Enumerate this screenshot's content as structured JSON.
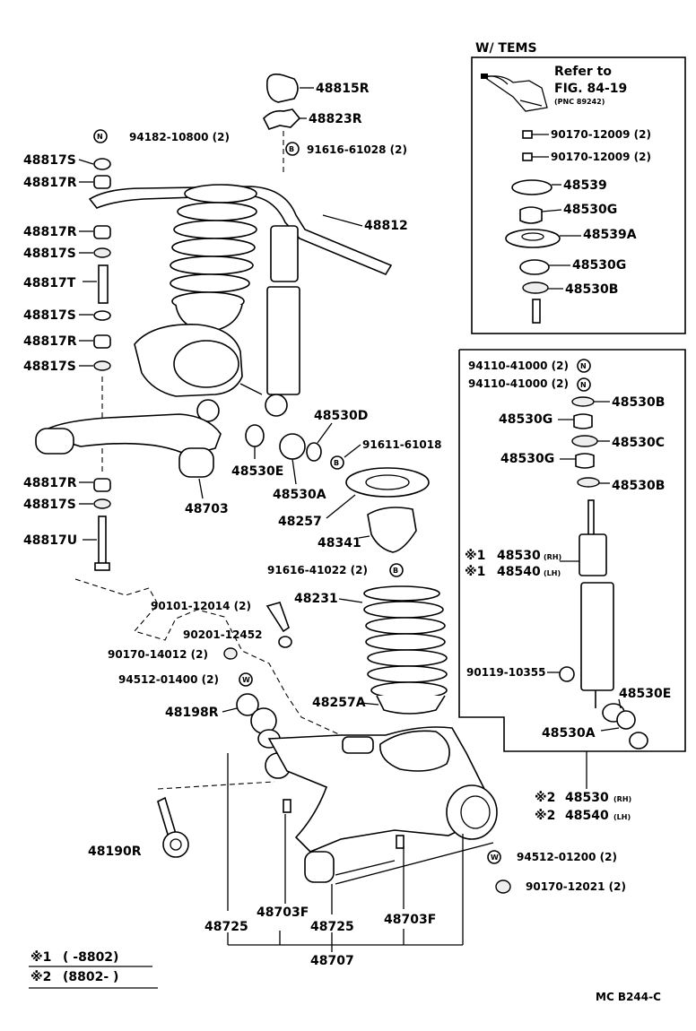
{
  "tems_box": {
    "title": "W/ TEMS",
    "refer_line1": "Refer to",
    "refer_line2": "FIG. 84-19",
    "refer_pnc": "(PNC 89242)"
  },
  "labels": {
    "p48815R": "48815R",
    "p48823R": "48823R",
    "p94182": "94182-10800 (2)",
    "p91616_61028": "91616-61028 (2)",
    "p48817S_a": "48817S",
    "p48817R_a": "48817R",
    "p48812": "48812",
    "p48817R_b": "48817R",
    "p48817S_b": "48817S",
    "p48817T": "48817T",
    "p48817S_c": "48817S",
    "p48817R_c": "48817R",
    "p48817S_d": "48817S",
    "p48530D": "48530D",
    "p91611": "91611-61018",
    "p48530E_a": "48530E",
    "p48530A_a": "48530A",
    "p48703": "48703",
    "p48817R_d": "48817R",
    "p48817S_e": "48817S",
    "p48257": "48257",
    "p48341": "48341",
    "p48817U": "48817U",
    "p91616_41022": "91616-41022 (2)",
    "p48231": "48231",
    "p90101": "90101-12014 (2)",
    "p90201": "90201-12452",
    "p90170_14012": "90170-14012 (2)",
    "p94512_01400": "94512-01400 (2)",
    "p48257A": "48257A",
    "p48198R": "48198R",
    "p48190R": "48190R",
    "p94512_01200": "94512-01200 (2)",
    "p90170_12021": "90170-12021 (2)",
    "p48725_a": "48725",
    "p48703F_a": "48703F",
    "p48725_b": "48725",
    "p48703F_b": "48703F",
    "p48707": "48707",
    "t90170_a": "90170-12009 (2)",
    "t90170_b": "90170-12009 (2)",
    "t48539": "48539",
    "t48530G": "48530G",
    "t48539A": "48539A",
    "t48530G_b": "48530G",
    "t48530B": "48530B",
    "s94110_a": "94110-41000 (2)",
    "s94110_b": "94110-41000 (2)",
    "s48530B_a": "48530B",
    "s48530G_a": "48530G",
    "s48530C": "48530C",
    "s48530G_b": "48530G",
    "s48530B_b": "48530B",
    "s48530": "48530",
    "s48530_rh": "(RH)",
    "s48540": "48540",
    "s48540_lh": "(LH)",
    "s90119": "90119-10355",
    "s48530E": "48530E",
    "s48530A": "48530A",
    "b48530": "48530",
    "b48530_rh": "(RH)",
    "b48540": "48540",
    "b48540_lh": "(LH)"
  },
  "markers": {
    "n": "N",
    "b": "B",
    "w": "W",
    "note1": "※1",
    "note2": "※2"
  },
  "legend": {
    "note1_mark": "※1",
    "note1_text": "(      -8802)",
    "note2_mark": "※2",
    "note2_text": "(8802-        )"
  },
  "footer": {
    "code": "MC  B244-C"
  }
}
